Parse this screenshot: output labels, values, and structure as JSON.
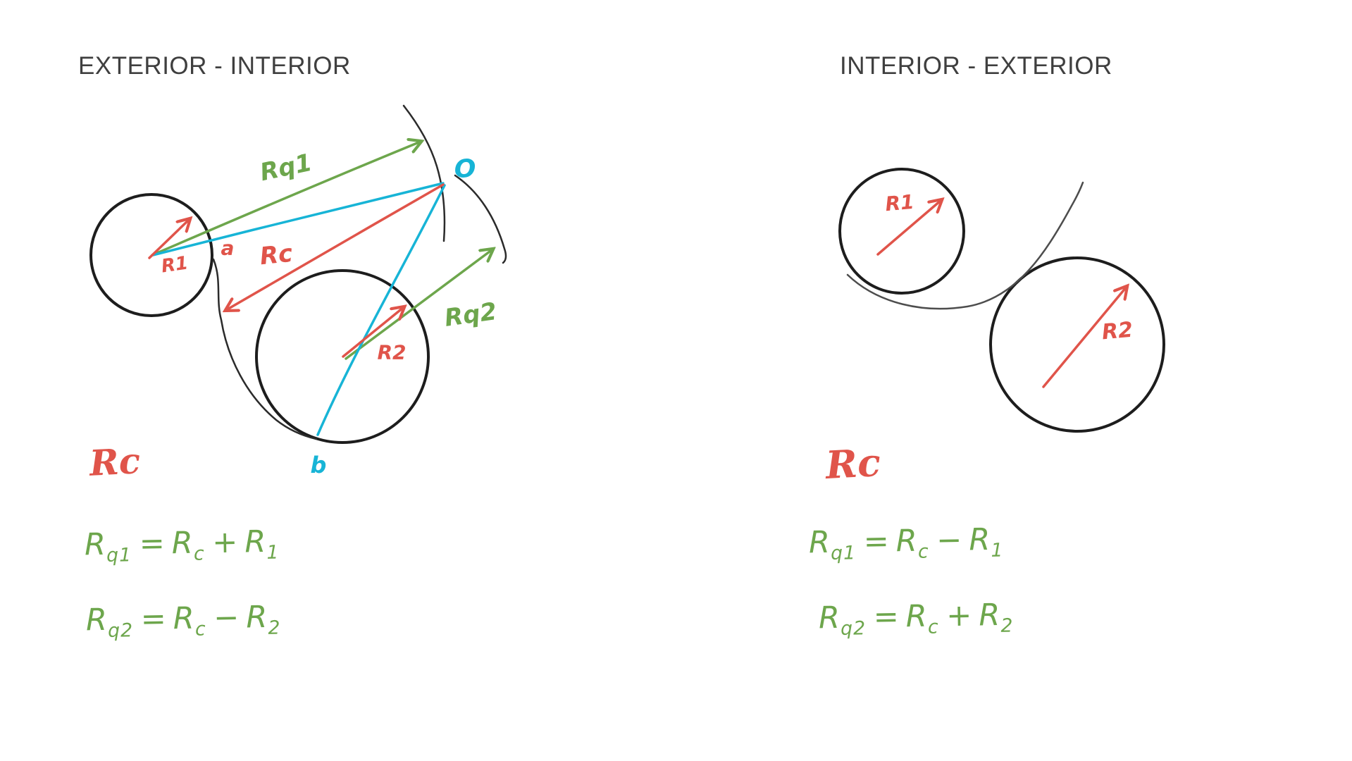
{
  "colors": {
    "ink": "#1d1d1d",
    "red": "#e0544a",
    "green": "#6da64c",
    "cyan": "#17b4d6",
    "title_gray": "#3f3f3f"
  },
  "left": {
    "title": "EXTERIOR - INTERIOR",
    "diagram_labels": {
      "rq1": "Rq1",
      "o": "O",
      "a": "a",
      "rc": "Rc",
      "r1": "R1",
      "r2": "R2",
      "rq2": "Rq2",
      "b": "b"
    },
    "rc_heading": "Rc",
    "formulas": [
      {
        "p1": "R",
        "s1": "q1",
        "eq": "=",
        "p2": "R",
        "s2": "c",
        "op": "+",
        "p3": "R",
        "s3": "1"
      },
      {
        "p1": "R",
        "s1": "q2",
        "eq": "=",
        "p2": "R",
        "s2": "c",
        "op": "−",
        "p3": "R",
        "s3": "2"
      }
    ]
  },
  "right": {
    "title": "INTERIOR - EXTERIOR",
    "diagram_labels": {
      "r1": "R1",
      "r2": "R2"
    },
    "rc_heading": "Rc",
    "formulas": [
      {
        "p1": "R",
        "s1": "q1",
        "eq": "=",
        "p2": "R",
        "s2": "c",
        "op": "−",
        "p3": "R",
        "s3": "1"
      },
      {
        "p1": "R",
        "s1": "q2",
        "eq": "=",
        "p2": "R",
        "s2": "c",
        "op": "+",
        "p3": "R",
        "s3": "2"
      }
    ]
  }
}
